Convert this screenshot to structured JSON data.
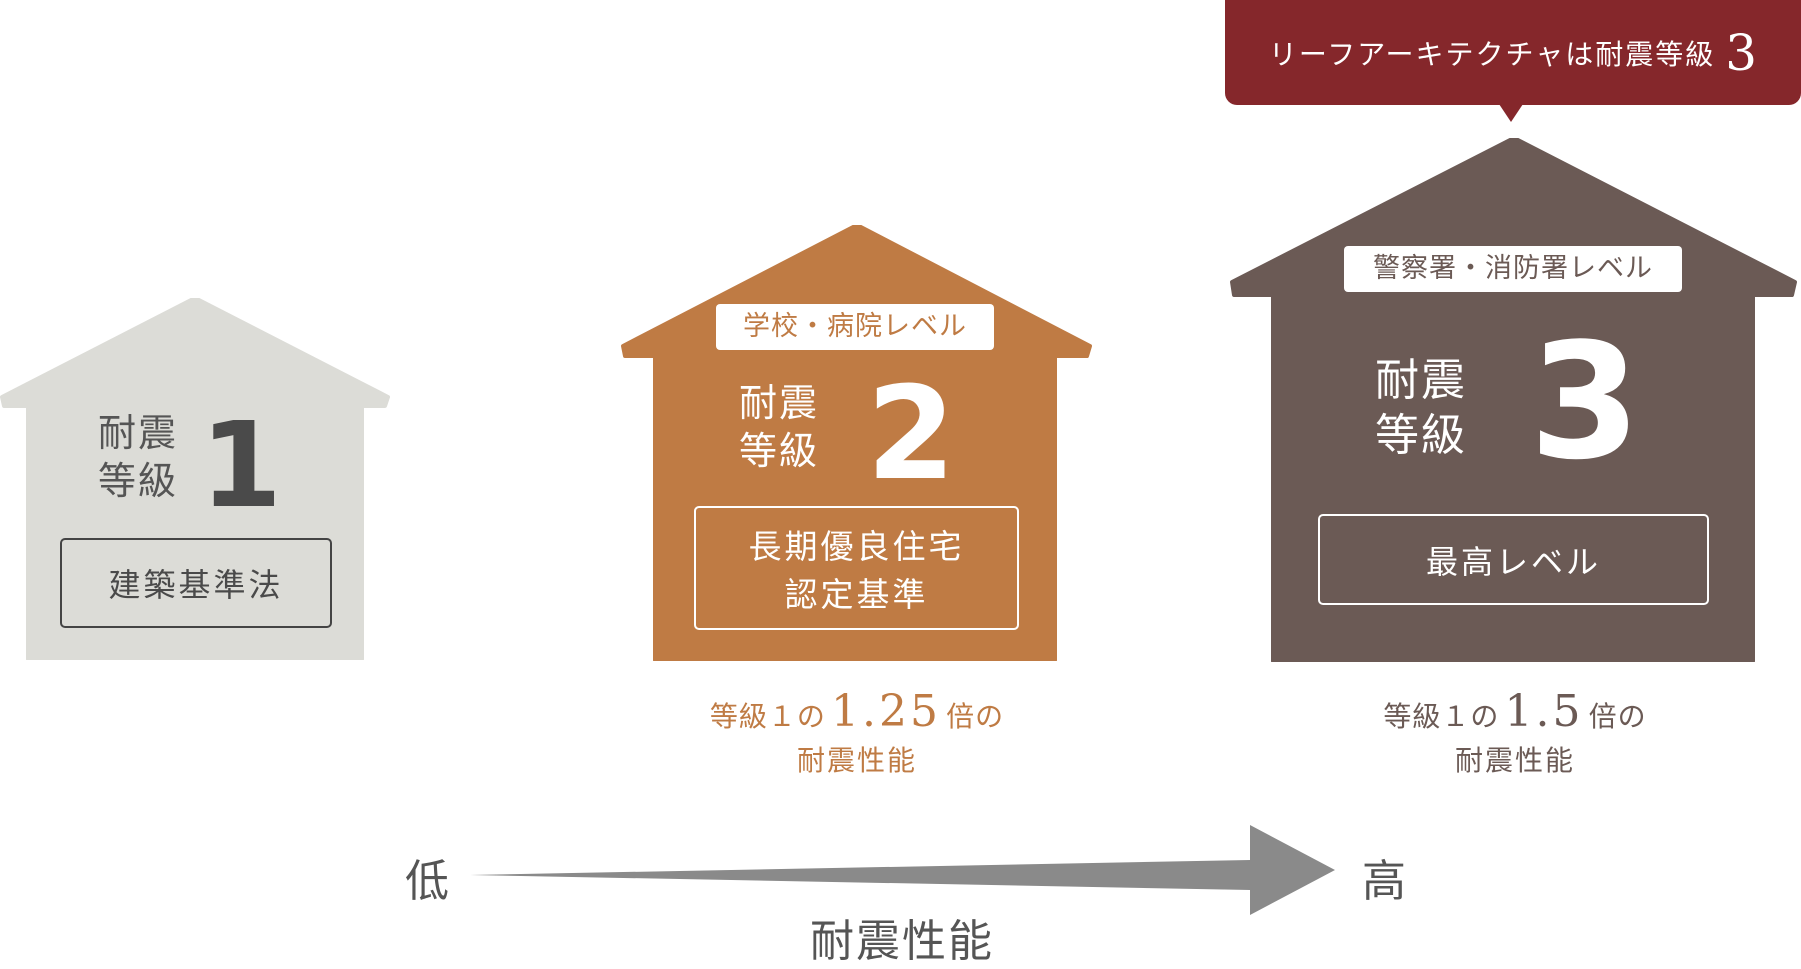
{
  "colors": {
    "level1": "#dcdcd7",
    "level2": "#bf7b44",
    "level3": "#6b5a55",
    "banner": "#85272b",
    "arrow": "#8a8a8a"
  },
  "banner": {
    "text": "リーフアーキテクチャは耐震等級",
    "number": "3"
  },
  "houses": [
    {
      "title_line1": "耐震",
      "title_line2": "等級",
      "number": "1",
      "box_lines": [
        "建築基準法"
      ]
    },
    {
      "tag": "学校・病院レベル",
      "title_line1": "耐震",
      "title_line2": "等級",
      "number": "2",
      "box_lines": [
        "長期優良住宅",
        "認定基準"
      ],
      "caption": {
        "prefix": "等級１の",
        "multiplier": "1.25",
        "suffix": "倍の",
        "line2": "耐震性能"
      }
    },
    {
      "tag": "警察署・消防署レベル",
      "title_line1": "耐震",
      "title_line2": "等級",
      "number": "3",
      "box_lines": [
        "最高レベル"
      ],
      "caption": {
        "prefix": "等級１の",
        "multiplier": "1.5",
        "suffix": "倍の",
        "line2": "耐震性能"
      }
    }
  ],
  "scale": {
    "low": "低",
    "high": "高",
    "label": "耐震性能"
  }
}
